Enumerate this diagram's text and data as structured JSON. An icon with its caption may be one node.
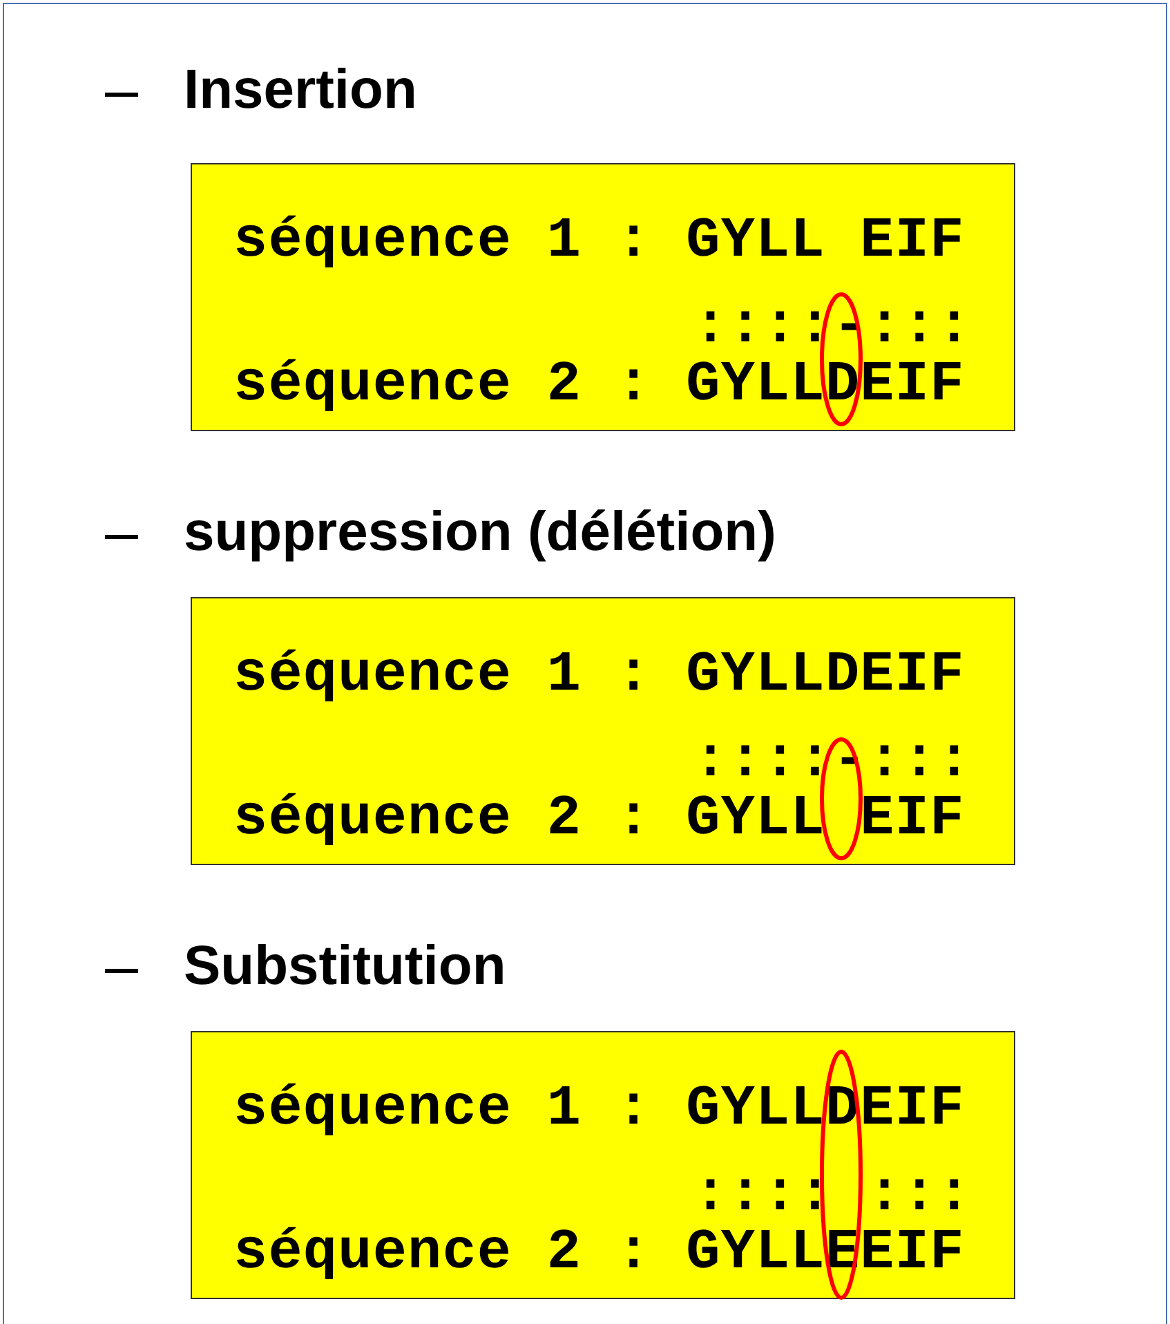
{
  "diagram": {
    "nodes": [
      {
        "text": [
          "Insertion",
          "séquence 1 : GYLL EIF",
          "::::-:::",
          "séquence 2 : GYLLDEIF"
        ]
      },
      {
        "text": [
          "suppression (délétion)",
          "séquence 1 : GYLLDEIF",
          "::::-:::",
          "séquence 2 : GYLL EIF"
        ]
      },
      {
        "text": [
          "Substitution",
          "séquence 1 : GYLLDEIF",
          ":::: :::",
          "séquence 2 : GYLLEEIF"
        ]
      }
    ]
  }
}
